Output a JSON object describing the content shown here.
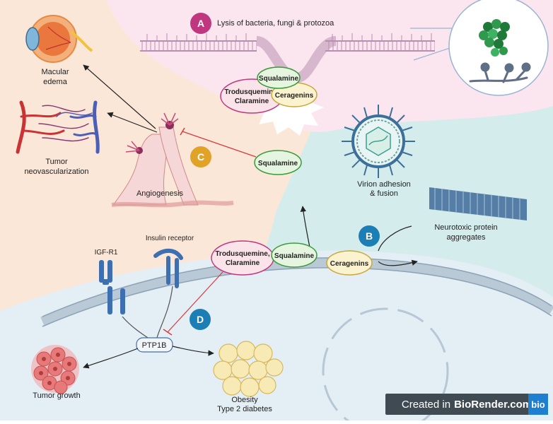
{
  "labels": {
    "badge_a": "A",
    "badge_b": "B",
    "badge_c": "C",
    "badge_d": "D",
    "lysis": "Lysis of bacteria, fungi & protozoa",
    "macular_1": "Macular",
    "macular_2": "edema",
    "tumor_neo_1": "Tumor",
    "tumor_neo_2": "neovascularization",
    "angiogenesis": "Angiogenesis",
    "virion_1": "Virion adhesion",
    "virion_2": "& fusion",
    "neuro_1": "Neurotoxic protein",
    "neuro_2": "aggregates",
    "insulin_receptor": "Insulin receptor",
    "igf": "IGF-R1",
    "ptp1b": "PTP1B",
    "tumor_growth": "Tumor growth",
    "obesity_1": "Obesity",
    "obesity_2": "Type 2 diabetes",
    "squalamine_top": "Squalamine",
    "trodus_top_1": "Trodusquemine,",
    "trodus_top_2": "Claramine",
    "ceragenins_top": "Ceragenins",
    "squalamine_mid": "Squalamine",
    "trodus_bot_1": "Trodusquemine,",
    "trodus_bot_2": "Claramine",
    "squalamine_bot": "Squalamine",
    "ceragenins_bot": "Ceragenins"
  },
  "credit": {
    "prefix": "Created in",
    "brand": "BioRender.com",
    "logo": "bio"
  },
  "colors": {
    "pink_region": "#fbe6ef",
    "peach_region": "#fbe7d8",
    "blue_region": "#d5ecec",
    "cell_interior": "#e4eef5",
    "badge_a": "#c0367f",
    "badge_b": "#1b7fb5",
    "badge_c": "#e0a227",
    "badge_d": "#1b7fb5",
    "squalamine_fill": "#e6f5e0",
    "trodus_fill": "#fbe3ea",
    "ceragenins_fill": "#fbf3cf"
  }
}
